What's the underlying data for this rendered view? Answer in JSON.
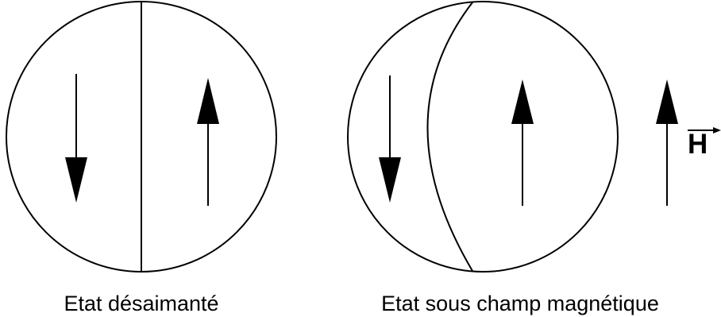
{
  "captions": {
    "left": "Etat désaimanté",
    "right": "Etat sous champ magnétique"
  },
  "field_label": {
    "symbol": "H",
    "vector_arrow": true
  },
  "colors": {
    "stroke": "#000000",
    "background": "#ffffff"
  }
}
